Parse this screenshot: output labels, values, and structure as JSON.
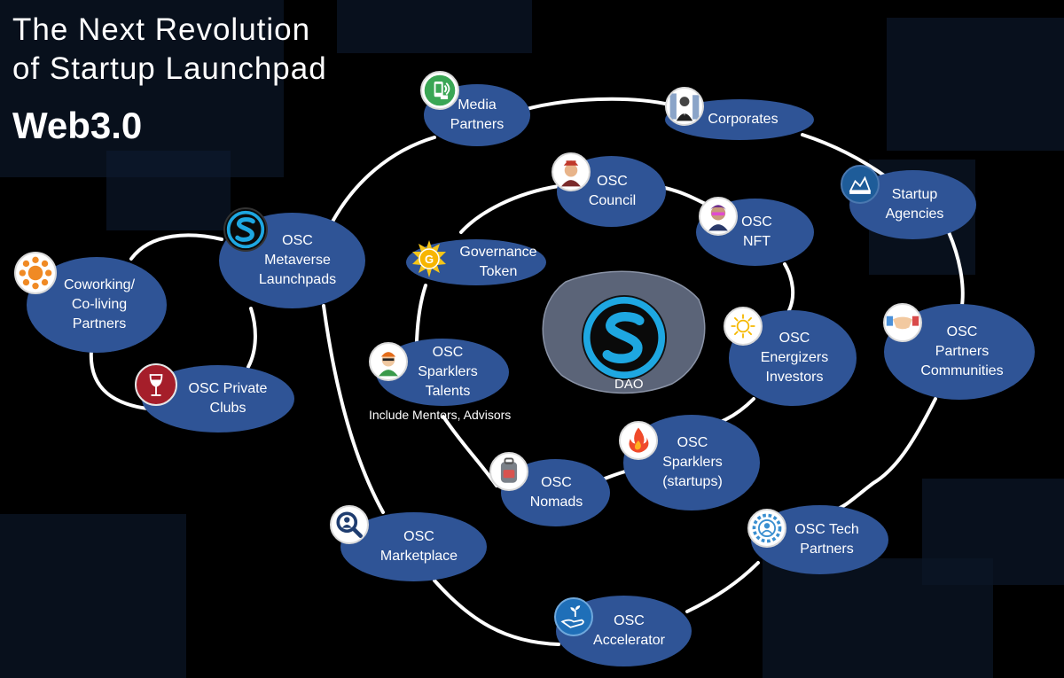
{
  "title": {
    "line1": "The Next Revolution",
    "line2": "of Startup Launchpad",
    "subtitle": "Web3.0"
  },
  "center": {
    "label": "DAO",
    "icon": "osc-s-logo-icon"
  },
  "talents_note": "Include Mentors, Advisors",
  "colors": {
    "background": "#000000",
    "node_fill": "#2f5496",
    "connector": "#ffffff",
    "dao_blob": "#5b6478",
    "logo_cyan": "#1ea7e1"
  },
  "nodes": {
    "media": {
      "lines": [
        "Media",
        "Partners"
      ],
      "icon": "media-phone-icon"
    },
    "corporates": {
      "lines": [
        "Corporates"
      ],
      "icon": "business-people-icon"
    },
    "agencies": {
      "lines": [
        "Startup",
        "Agencies"
      ],
      "icon": "agency-building-icon"
    },
    "partners_communities": {
      "lines": [
        "OSC",
        "Partners",
        "Communities"
      ],
      "icon": "handshake-icon"
    },
    "tech": {
      "lines": [
        "OSC Tech",
        "Partners"
      ],
      "icon": "tech-person-gear-icon"
    },
    "accelerator": {
      "lines": [
        "OSC",
        "Accelerator"
      ],
      "icon": "hand-plant-icon"
    },
    "marketplace": {
      "lines": [
        "OSC",
        "Marketplace"
      ],
      "icon": "magnifier-person-icon"
    },
    "launchpads": {
      "lines": [
        "OSC",
        "Metaverse",
        "Launchpads"
      ],
      "icon": "osc-s-logo-icon"
    },
    "coworking": {
      "lines": [
        "Coworking/",
        "Co-living",
        "Partners"
      ],
      "icon": "people-round-table-icon"
    },
    "private_clubs": {
      "lines": [
        "OSC Private",
        "Clubs"
      ],
      "icon": "wine-glass-icon"
    },
    "council": {
      "lines": [
        "OSC",
        "Council"
      ],
      "icon": "council-avatar-icon"
    },
    "nft": {
      "lines": [
        "OSC",
        "NFT"
      ],
      "icon": "nft-avatar-icon"
    },
    "governance": {
      "lines": [
        "Governance",
        "Token"
      ],
      "icon": "gold-coin-icon"
    },
    "talents": {
      "lines": [
        "OSC",
        "Sparklers",
        "Talents"
      ],
      "icon": "talent-avatar-icon"
    },
    "energizers": {
      "lines": [
        "OSC",
        "Energizers",
        "Investors"
      ],
      "icon": "sun-icon"
    },
    "sparklers": {
      "lines": [
        "OSC",
        "Sparklers",
        "(startups)"
      ],
      "icon": "flame-icon"
    },
    "nomads": {
      "lines": [
        "OSC",
        "Nomads"
      ],
      "icon": "backpack-icon"
    }
  }
}
